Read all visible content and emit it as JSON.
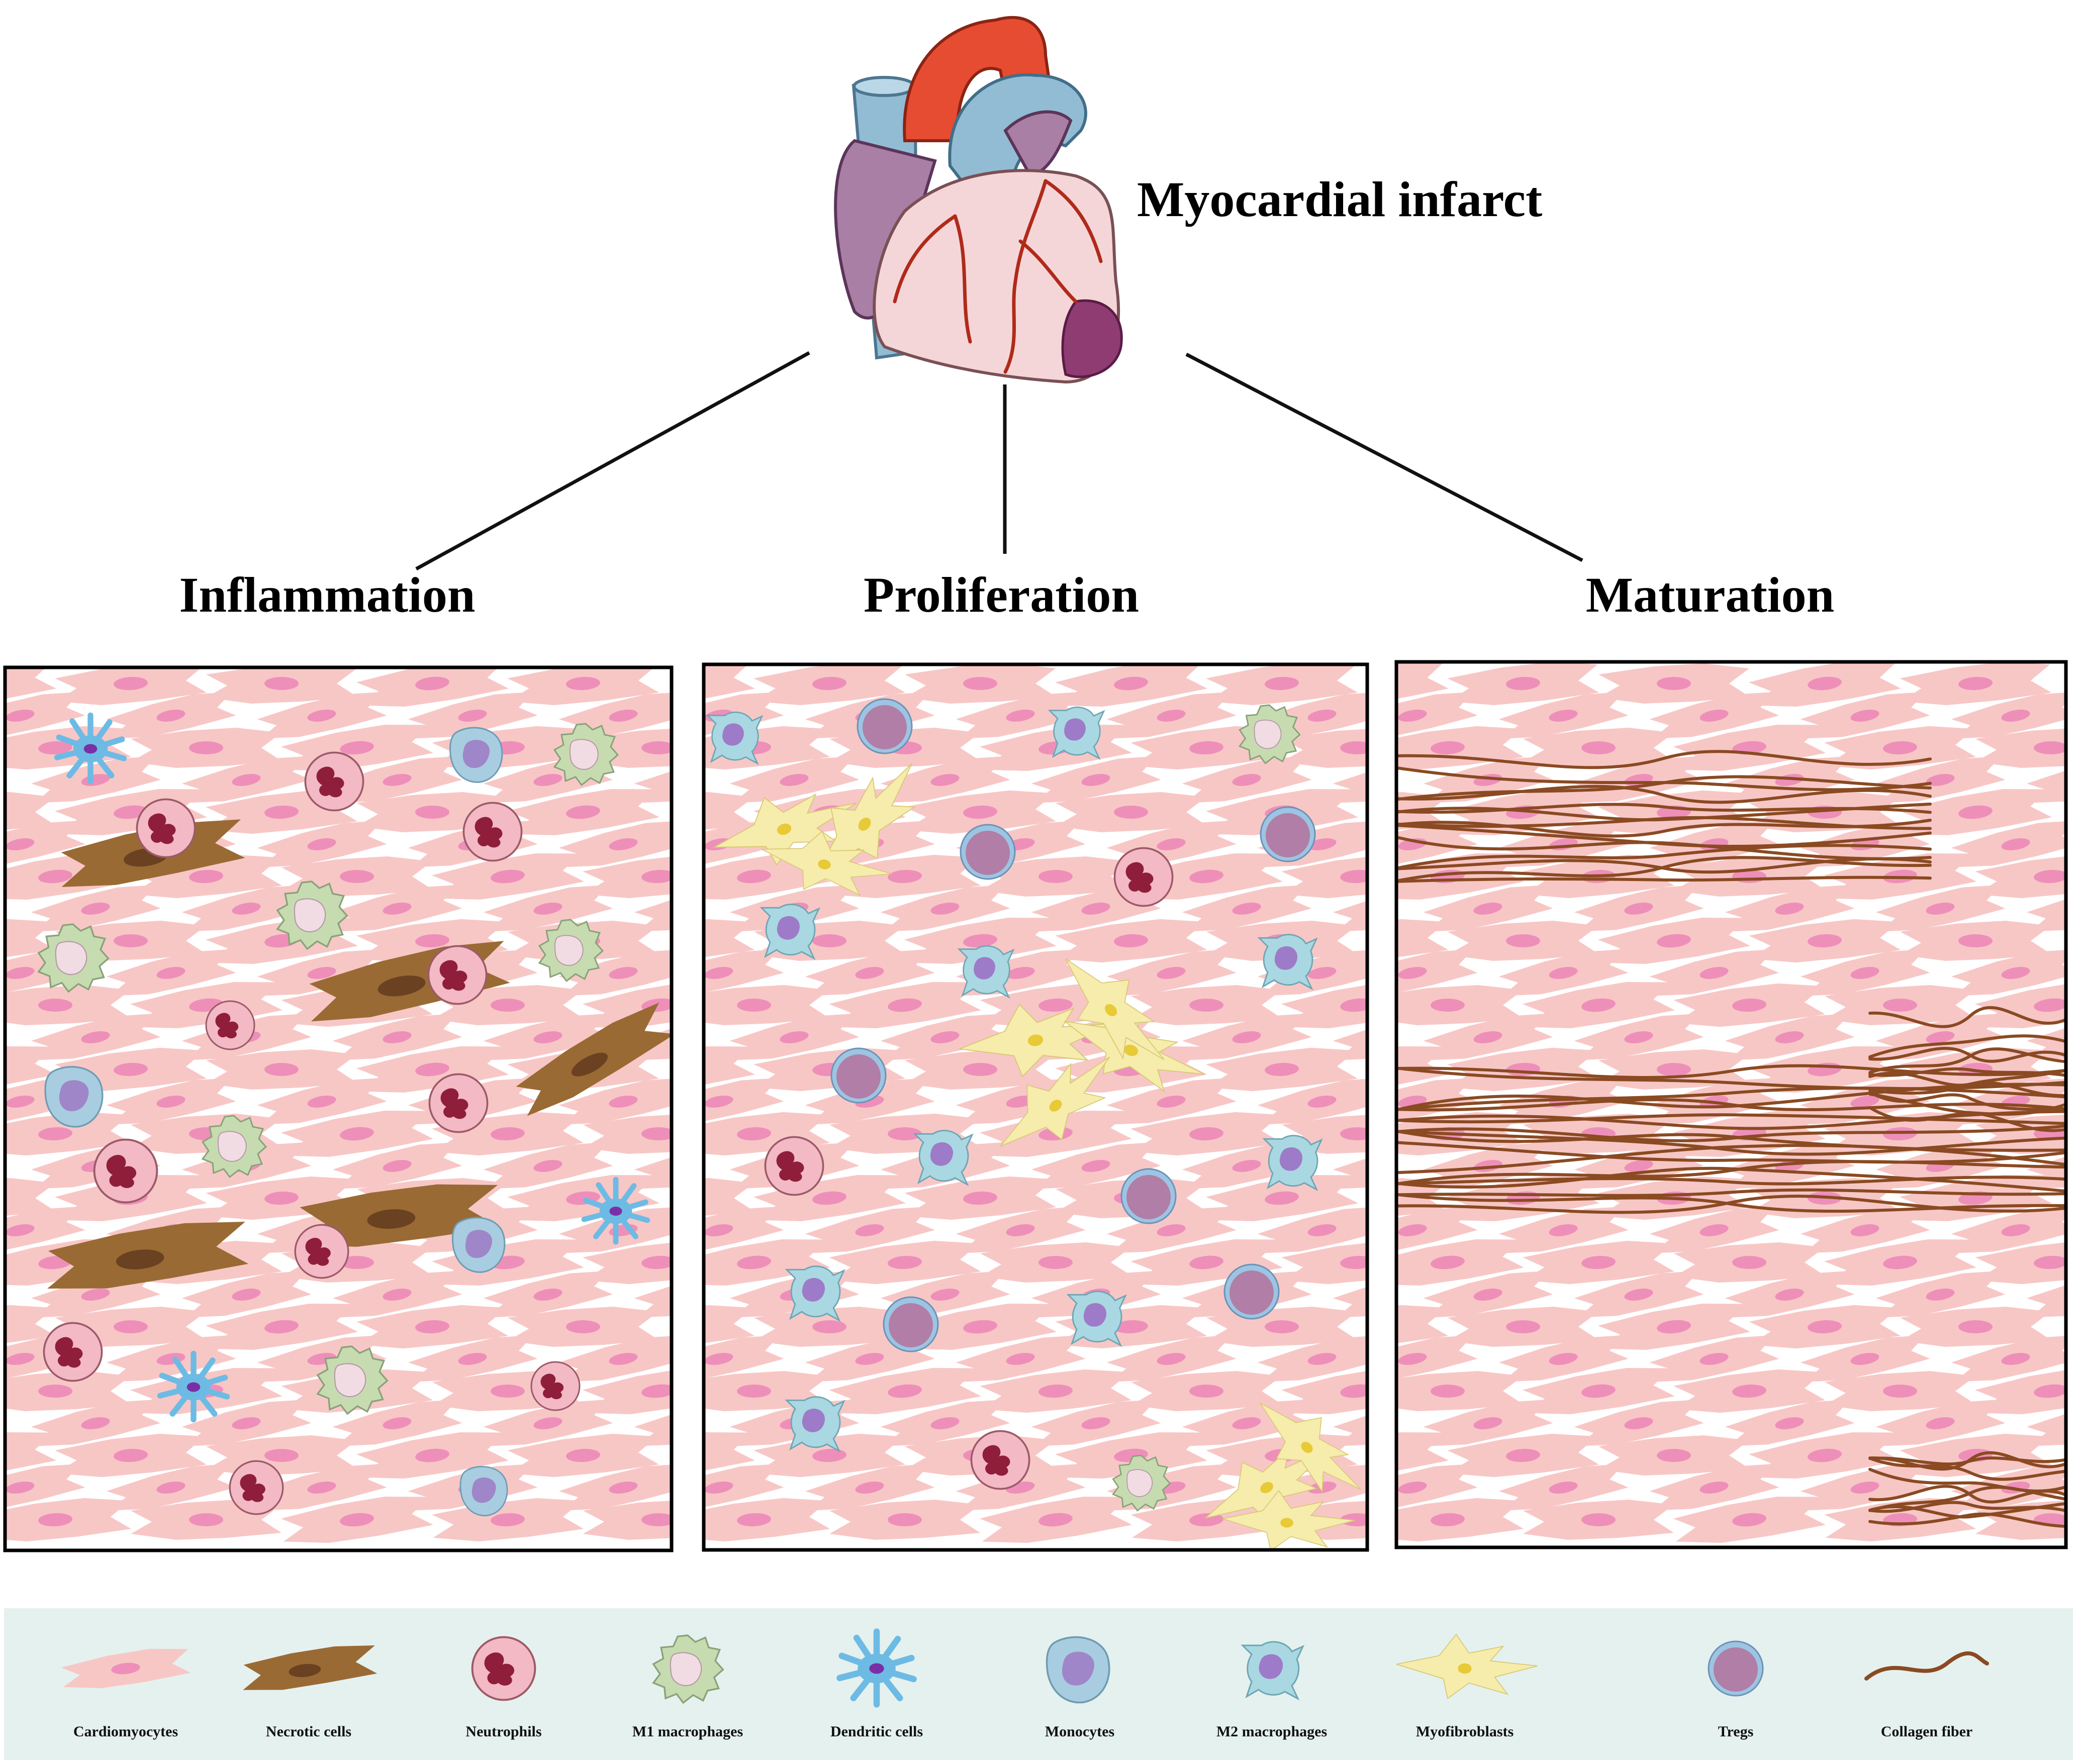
{
  "diagram": {
    "title": "Myocardial infarct",
    "phases": [
      {
        "id": "inflammation",
        "label": "Inflammation"
      },
      {
        "id": "proliferation",
        "label": "Proliferation"
      },
      {
        "id": "maturation",
        "label": "Maturation"
      }
    ],
    "legend": [
      {
        "type": "cardiomyocyte",
        "label": "Cardiomyocytes"
      },
      {
        "type": "necrotic",
        "label": "Necrotic cells"
      },
      {
        "type": "neutrophil",
        "label": "Neutrophils"
      },
      {
        "type": "m1",
        "label": "M1 macrophages"
      },
      {
        "type": "dendritic",
        "label": "Dendritic cells"
      },
      {
        "type": "monocyte",
        "label": "Monocytes"
      },
      {
        "type": "m2",
        "label": "M2 macrophages"
      },
      {
        "type": "myofibroblast",
        "label": "Myofibroblasts"
      },
      {
        "type": "treg",
        "label": "Tregs"
      },
      {
        "type": "collagen",
        "label": "Collagen fiber"
      }
    ]
  },
  "colors": {
    "cardiomyocyte": "#f7c7c6",
    "cardiomyocyte_nucleus": "#ee8fb9",
    "necrotic": "#9a6a34",
    "necrotic_nucleus": "#6a4222",
    "neutrophil": "#f3b9c4",
    "neutrophil_nucleus": "#8f1e3a",
    "m1": "#c6dcb0",
    "m1_inner": "#f2dce4",
    "dendritic": "#6dbbe4",
    "dendritic_nucleus": "#7a2fa6",
    "monocyte": "#a8cde0",
    "monocyte_nucleus": "#9f86c8",
    "m2": "#a9d8e2",
    "m2_nucleus": "#9d7bc8",
    "myofibroblast": "#f6ecab",
    "myofibroblast_nucleus": "#e8c936",
    "treg": "#b07ea6",
    "treg_ring": "#9dc4e2",
    "collagen": "#8a4a22",
    "legend_bg": "#e5f1ef",
    "heart_red": "#e64c31",
    "heart_blue": "#92bcd4",
    "heart_purple": "#a97fa6",
    "heart_pink": "#f5d6d8",
    "infarct": "#8f3c72"
  }
}
